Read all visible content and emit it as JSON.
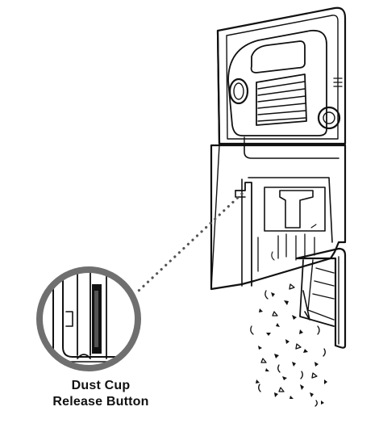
{
  "callout": {
    "label_line1": "Dust Cup",
    "label_line2": "Release Button"
  },
  "icons": {
    "vacuum": "vacuum-dust-cup-illustration",
    "magnifier": "release-button-detail"
  },
  "colors": {
    "line": "#111111",
    "callout_ring": "#6f6f6f",
    "background": "#ffffff"
  }
}
